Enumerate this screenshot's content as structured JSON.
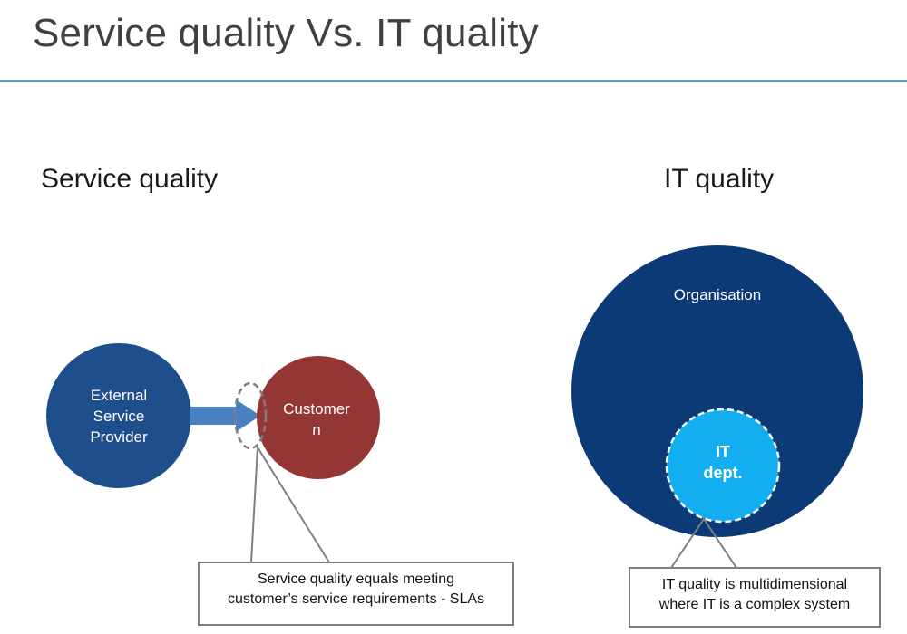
{
  "slide": {
    "title": "Service quality Vs. IT quality"
  },
  "left": {
    "heading": "Service quality",
    "provider_label_lines": [
      "External",
      "Service",
      "Provider"
    ],
    "customer_label_lines": [
      "Customer",
      "n"
    ],
    "callout_lines": [
      "Service quality equals meeting",
      "customer’s service requirements - SLAs"
    ]
  },
  "right": {
    "heading": "IT quality",
    "organisation_label": "Organisation",
    "it_dept_label_lines": [
      "IT",
      "dept."
    ],
    "callout_lines": [
      "IT quality is multidimensional",
      "where IT is a complex system"
    ]
  },
  "colors": {
    "title_text": "#404040",
    "rule": "#5b9bd5",
    "provider_circle": "#1f4e8c",
    "arrow": "#4a7fc1",
    "customer_circle": "#943634",
    "organisation_circle": "#0b3a76",
    "it_dept_circle": "#13aef0",
    "callout_border": "#7f7f7f"
  }
}
